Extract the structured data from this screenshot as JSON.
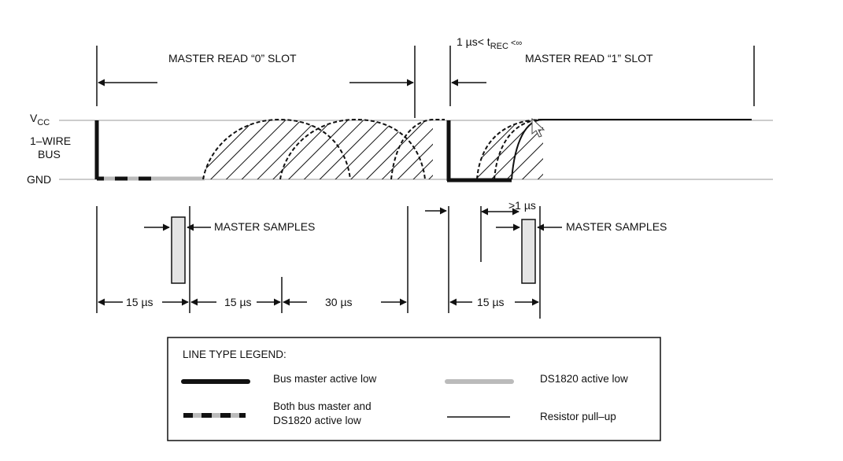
{
  "slot0": {
    "title": "MASTER READ “0” SLOT"
  },
  "slot1": {
    "title": "MASTER READ “1” SLOT"
  },
  "trec": {
    "prefix": "1 µs< t",
    "sub": "REC",
    "suffix": " <∞"
  },
  "bus": {
    "vcc": "V",
    "vcc_sub": "CC",
    "label_line1": "1–WIRE",
    "label_line2": "BUS",
    "gnd": "GND"
  },
  "samples": {
    "left": "MASTER SAMPLES",
    "right": "MASTER SAMPLES",
    "gt1us": ">1 µs"
  },
  "timing": {
    "t1": "15 µs",
    "t2": "15 µs",
    "t3": "30 µs",
    "t4": "15 µs"
  },
  "legend": {
    "title": "LINE TYPE LEGEND:",
    "bus_master": "Bus master active low",
    "ds1820": "DS1820 active low",
    "both_line1": "Both bus master and",
    "both_line2": "DS1820 active low",
    "pullup": "Resistor pull–up"
  },
  "colors": {
    "ink": "#111111",
    "gray_line": "#bbbbbb",
    "sample_fill": "#e4e4e4"
  }
}
